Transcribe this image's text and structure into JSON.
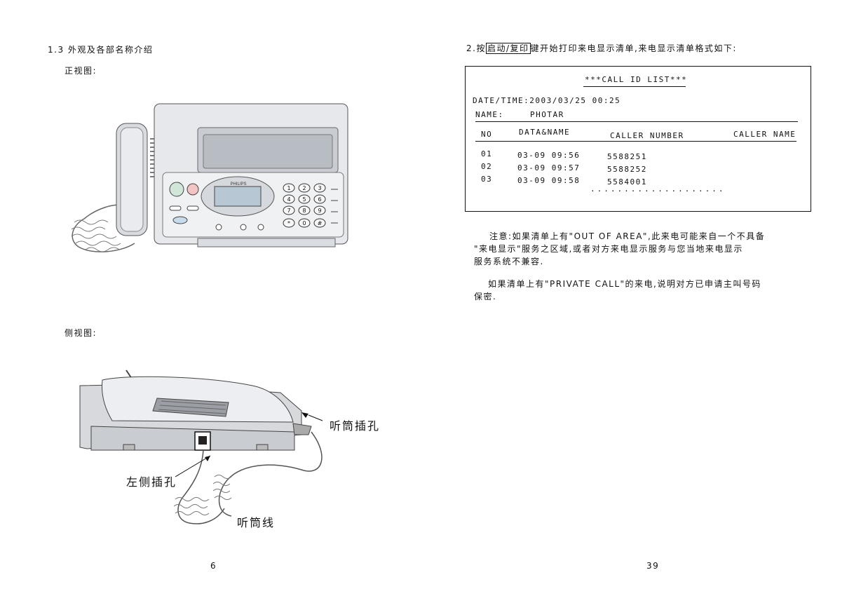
{
  "left_page": {
    "section_title": "1.3 外观及各部名称介绍",
    "front_view_label": "正视图:",
    "side_view_label": "侧视图:",
    "front_device_brand": "PHILIPS",
    "side_callouts": {
      "handset_jack": "听筒插孔",
      "left_jack": "左侧插孔",
      "handset_cord": "听筒线"
    },
    "page_number": "6"
  },
  "right_page": {
    "step": {
      "prefix": "2.按",
      "key": "启动/复印",
      "suffix": "键开始打印来电显示清单,来电显示清单格式如下:"
    },
    "call_list": {
      "title": "***CALL ID  LIST***",
      "datetime": "DATE/TIME:2003/03/25  00:25",
      "name_label": "NAME:",
      "name_value": "PHOTAR",
      "columns": [
        "NO",
        "DATA&NAME",
        "CALLER NUMBER",
        "CALLER NAME"
      ],
      "rows": [
        {
          "no": "01",
          "date": "03-09 09:56",
          "number": "5588251"
        },
        {
          "no": "02",
          "date": "03-09 09:57",
          "number": "5588252"
        },
        {
          "no": "03",
          "date": "03-09 09:58",
          "number": "5584001"
        }
      ],
      "dots": "...................."
    },
    "note1_lines": [
      "注意:如果清单上有\"OUT OF AREA\",此来电可能来自一个不具备",
      "\"来电显示\"服务之区域,或者对方来电显示服务与您当地来电显示",
      "服务系统不兼容."
    ],
    "note2_lines": [
      "如果清单上有\"PRIVATE CALL\"的来电,说明对方已申请主叫号码",
      "保密."
    ],
    "page_number": "39"
  }
}
